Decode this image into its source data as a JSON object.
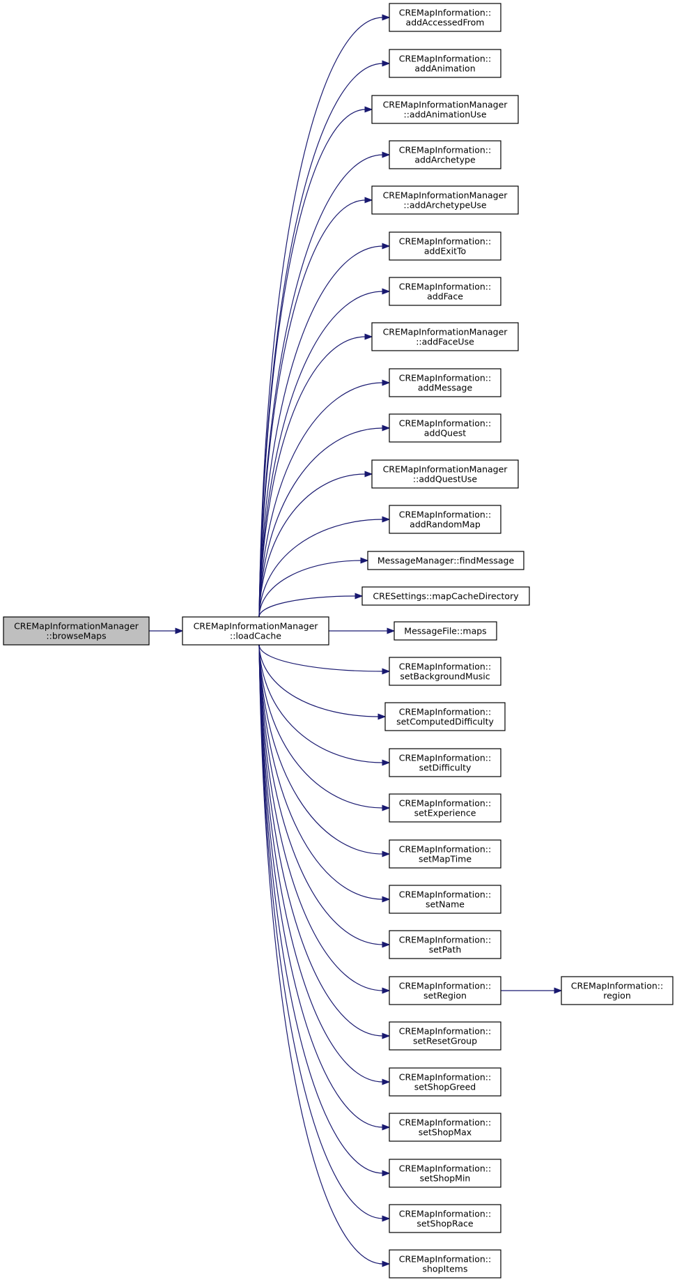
{
  "graph": {
    "nodes": [
      {
        "id": "browse",
        "lines": [
          "CREMapInformationManager",
          "::browseMaps"
        ],
        "highlight": true
      },
      {
        "id": "loadCache",
        "lines": [
          "CREMapInformationManager",
          "::loadCache"
        ]
      },
      {
        "id": "addAccessedFrom",
        "lines": [
          "CREMapInformation::",
          "addAccessedFrom"
        ]
      },
      {
        "id": "addAnimation",
        "lines": [
          "CREMapInformation::",
          "addAnimation"
        ]
      },
      {
        "id": "addAnimationUse",
        "lines": [
          "CREMapInformationManager",
          "::addAnimationUse"
        ]
      },
      {
        "id": "addArchetype",
        "lines": [
          "CREMapInformation::",
          "addArchetype"
        ]
      },
      {
        "id": "addArchetypeUse",
        "lines": [
          "CREMapInformationManager",
          "::addArchetypeUse"
        ]
      },
      {
        "id": "addExitTo",
        "lines": [
          "CREMapInformation::",
          "addExitTo"
        ]
      },
      {
        "id": "addFace",
        "lines": [
          "CREMapInformation::",
          "addFace"
        ]
      },
      {
        "id": "addFaceUse",
        "lines": [
          "CREMapInformationManager",
          "::addFaceUse"
        ]
      },
      {
        "id": "addMessage",
        "lines": [
          "CREMapInformation::",
          "addMessage"
        ]
      },
      {
        "id": "addQuest",
        "lines": [
          "CREMapInformation::",
          "addQuest"
        ]
      },
      {
        "id": "addQuestUse",
        "lines": [
          "CREMapInformationManager",
          "::addQuestUse"
        ]
      },
      {
        "id": "addRandomMap",
        "lines": [
          "CREMapInformation::",
          "addRandomMap"
        ]
      },
      {
        "id": "findMessage",
        "lines": [
          "MessageManager::findMessage"
        ]
      },
      {
        "id": "mapCacheDirectory",
        "lines": [
          "CRESettings::mapCacheDirectory"
        ]
      },
      {
        "id": "maps",
        "lines": [
          "MessageFile::maps"
        ]
      },
      {
        "id": "setBackgroundMusic",
        "lines": [
          "CREMapInformation::",
          "setBackgroundMusic"
        ]
      },
      {
        "id": "setComputedDifficulty",
        "lines": [
          "CREMapInformation::",
          "setComputedDifficulty"
        ]
      },
      {
        "id": "setDifficulty",
        "lines": [
          "CREMapInformation::",
          "setDifficulty"
        ]
      },
      {
        "id": "setExperience",
        "lines": [
          "CREMapInformation::",
          "setExperience"
        ]
      },
      {
        "id": "setMapTime",
        "lines": [
          "CREMapInformation::",
          "setMapTime"
        ]
      },
      {
        "id": "setName",
        "lines": [
          "CREMapInformation::",
          "setName"
        ]
      },
      {
        "id": "setPath",
        "lines": [
          "CREMapInformation::",
          "setPath"
        ]
      },
      {
        "id": "setRegion",
        "lines": [
          "CREMapInformation::",
          "setRegion"
        ]
      },
      {
        "id": "region",
        "lines": [
          "CREMapInformation::",
          "region"
        ]
      },
      {
        "id": "setResetGroup",
        "lines": [
          "CREMapInformation::",
          "setResetGroup"
        ]
      },
      {
        "id": "setShopGreed",
        "lines": [
          "CREMapInformation::",
          "setShopGreed"
        ]
      },
      {
        "id": "setShopMax",
        "lines": [
          "CREMapInformation::",
          "setShopMax"
        ]
      },
      {
        "id": "setShopMin",
        "lines": [
          "CREMapInformation::",
          "setShopMin"
        ]
      },
      {
        "id": "setShopRace",
        "lines": [
          "CREMapInformation::",
          "setShopRace"
        ]
      },
      {
        "id": "shopItems",
        "lines": [
          "CREMapInformation::",
          "shopItems"
        ]
      }
    ],
    "edges": [
      [
        "browse",
        "loadCache"
      ],
      [
        "loadCache",
        "addAccessedFrom"
      ],
      [
        "loadCache",
        "addAnimation"
      ],
      [
        "loadCache",
        "addAnimationUse"
      ],
      [
        "loadCache",
        "addArchetype"
      ],
      [
        "loadCache",
        "addArchetypeUse"
      ],
      [
        "loadCache",
        "addExitTo"
      ],
      [
        "loadCache",
        "addFace"
      ],
      [
        "loadCache",
        "addFaceUse"
      ],
      [
        "loadCache",
        "addMessage"
      ],
      [
        "loadCache",
        "addQuest"
      ],
      [
        "loadCache",
        "addQuestUse"
      ],
      [
        "loadCache",
        "addRandomMap"
      ],
      [
        "loadCache",
        "findMessage"
      ],
      [
        "loadCache",
        "mapCacheDirectory"
      ],
      [
        "loadCache",
        "maps"
      ],
      [
        "loadCache",
        "setBackgroundMusic"
      ],
      [
        "loadCache",
        "setComputedDifficulty"
      ],
      [
        "loadCache",
        "setDifficulty"
      ],
      [
        "loadCache",
        "setExperience"
      ],
      [
        "loadCache",
        "setMapTime"
      ],
      [
        "loadCache",
        "setName"
      ],
      [
        "loadCache",
        "setPath"
      ],
      [
        "loadCache",
        "setRegion"
      ],
      [
        "loadCache",
        "setResetGroup"
      ],
      [
        "loadCache",
        "setShopGreed"
      ],
      [
        "loadCache",
        "setShopMax"
      ],
      [
        "loadCache",
        "setShopMin"
      ],
      [
        "loadCache",
        "setShopRace"
      ],
      [
        "loadCache",
        "shopItems"
      ],
      [
        "setRegion",
        "region"
      ]
    ],
    "colors": {
      "edge": "#191970",
      "node_fill": "#ffffff",
      "node_highlight": "#bfbfbf",
      "node_border": "#000000"
    }
  }
}
